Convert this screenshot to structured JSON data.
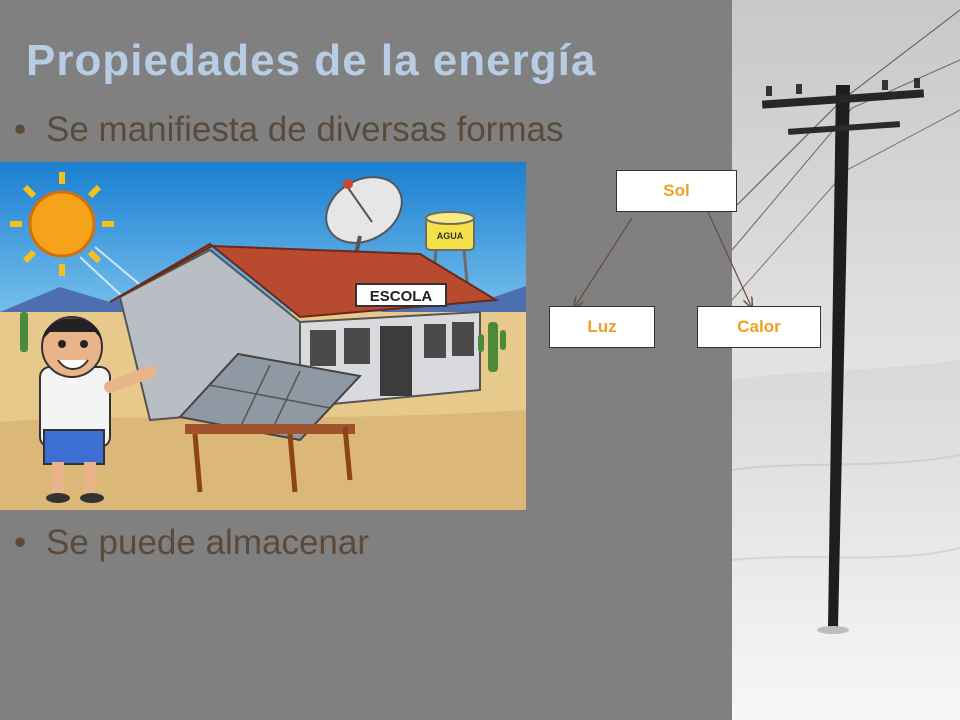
{
  "slide": {
    "title": "Propiedades de la energía",
    "bullets": [
      "Se manifiesta de diversas formas",
      "Se puede almacenar"
    ],
    "bullet_glyph": "•"
  },
  "illustration": {
    "sign_text": "ESCOLA",
    "tank_text": "AGUA"
  },
  "diagram": {
    "root": "Sol",
    "children": [
      "Luz",
      "Calor"
    ]
  },
  "colors": {
    "background": "#808080",
    "title": "#b8cce4",
    "bullet_text": "#5a4a3c",
    "box_text": "#f0a020",
    "arrow": "#6b4a3a"
  }
}
